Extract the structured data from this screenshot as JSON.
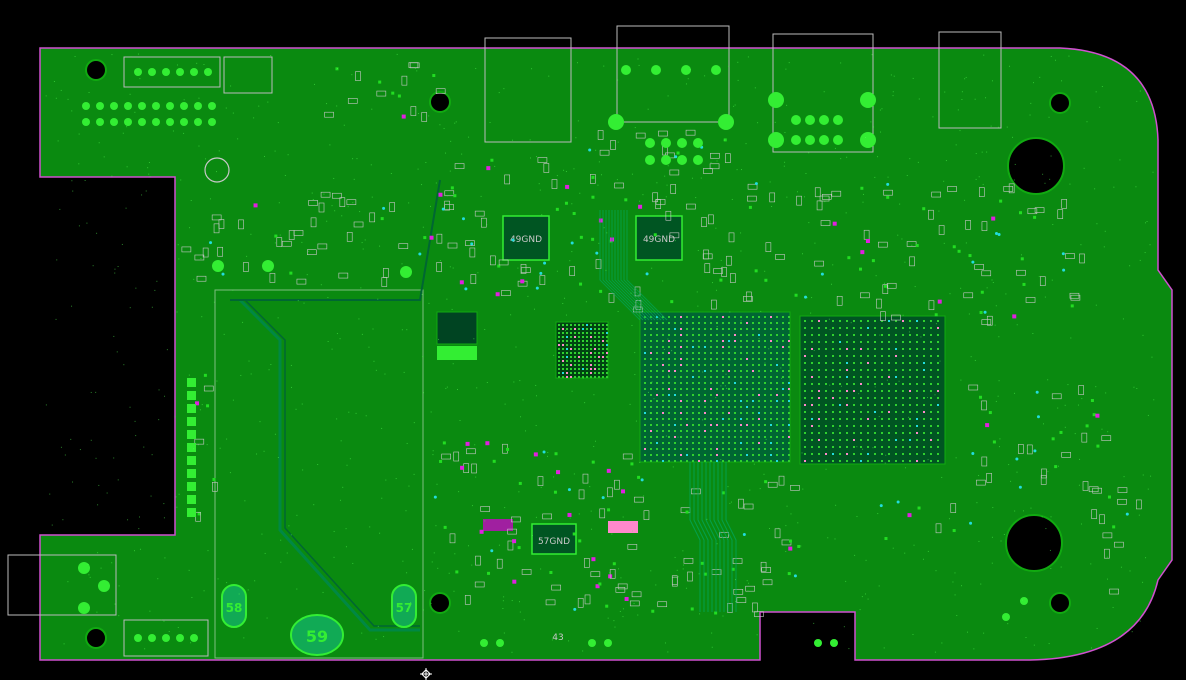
{
  "app": {
    "title": "PCB layout viewer"
  },
  "board": {
    "substrate_color": "#0a8a10",
    "outline_color": "#d050d0",
    "background_color": "#000000",
    "copper_bright": "#33ee33",
    "pad_green": "#22dd22",
    "silk_color": "#c8c8c8",
    "accent_magenta": "#e020e0",
    "accent_pink": "#ff88cc",
    "accent_cyan": "#22dddd",
    "accent_orange": "#cc6600"
  },
  "labels": {
    "chip_gnd_1": "49GND",
    "chip_gnd_2": "49GND",
    "chip_gnd_3": "57GND",
    "pad_59": "59",
    "pad_58": "58",
    "pad_57": "57",
    "mark_43": "43"
  },
  "icons": {
    "crosshair": "crosshair-icon",
    "mounting_hole": "mounting-hole-icon"
  }
}
